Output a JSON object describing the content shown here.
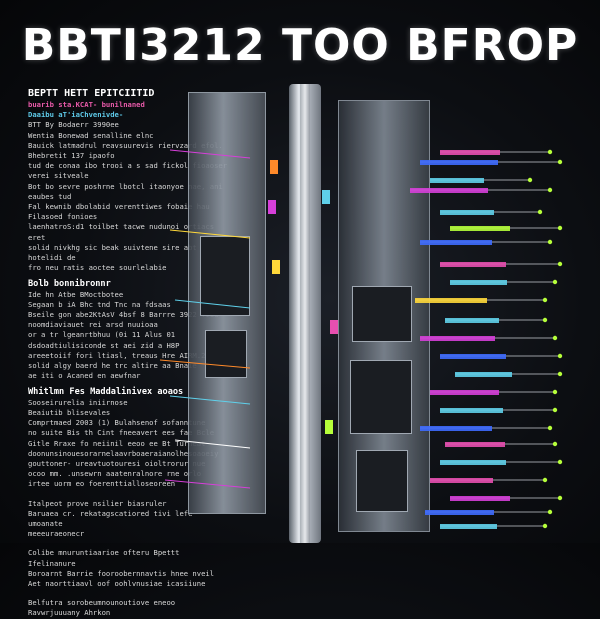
{
  "title": "BBTI3212 TOO BFROP",
  "left_text": {
    "header": "BEPTT HETT EPITCIITID",
    "line_pink": "buarib sta.KCAT- bunilnaned",
    "line_cyan": "Daaibu aT'iaChvenivde-",
    "block1": [
      "BTT By Bodaerr 3990ee",
      "Wentia Bonewad senalline elnc",
      "Bauick latmadrul reavsuurevis riervzard efol. Bhebretit 137 ipaofo",
      "tud de conaa ibo trooi a s sad fickol fioaoser verei sitveale",
      "Bot bo sevre poshrne lbotcl itaonyoe nae, ani eaubes tud",
      "Fal kewnib dbolabid verenttiwes fobaie hau Filasoed fonioes",
      "laenhatroS:d1 toilbet tacwe nudunoi ortiacs eret",
      "solid nivkhg sic beak suivtene sire abt hotelidi de",
      "fro neu ratis aoctee sourlelabie"
    ],
    "head2": "Bolb bonnibronnr",
    "block2": [
      "Ide hn Atbe BMoctbotee",
      "Segaan b iA Bhc tnd Tnc na fdsaas",
      "Bseile gon abe2KtAsV 4bsf 8 Barrre 3922 fiie",
      "noomdiaviauet rei arsd nuuioaa",
      "or a tr lgeanrtbhuu (0i 11 Alus 01",
      "dsdoadtiulisiconde st aei zid a H8P",
      "areeetoiif fori ltiasl, treaus Hre AIRM.2Et",
      "solid algy baerd he trc altire aa Bnaie",
      "ae iti o Acaned en aewfnar"
    ],
    "head3": "Whitlmn  Fes Maddalinivex aoaos",
    "block3": [
      "Sooseirurelia iniirnose",
      "Beaiutib blisevales",
      "Comprtmaed 2003 (1) Bulahsenof sofanntune",
      "no suite Bis th Cint fneeavert ees fae Bcle",
      "Gitle Rraxe fo neiinil eeoo ee Bt Turneat",
      "doonunsinouesorarnelaavrboaeraianolhesoaoeiy",
      "gouttoner- ureavtuotouresi oioltrorur nue",
      "ocoo mm. .unsewrn aaatenralnore rne orlo",
      "irtee uorm eo foerenttialloseoreen"
    ],
    "block4": [
      "Italpeot prove  nsilier biasruler",
      "Baruaea cr. rekatagscatiored tivi lefe umoanate",
      "meeeuraeonecr"
    ],
    "block5": [
      "Colibe mnuruntiaarioe ofteru Bpettt Ifelinanure",
      "Boroarnt Barrie fooroobernnavtis hnee nveil",
      "Aet naorttiaavl oof oohlvnusiae icasiiune"
    ],
    "block6": [
      "Belfutra sorobeumnounoutiove eneoo",
      "Ravwrjuuuany Ahrkon"
    ]
  },
  "colors": {
    "pink": "#e84fb0",
    "magenta": "#d63fd9",
    "cyan": "#5fd0ea",
    "blue": "#3e6bff",
    "green": "#b6ff3a",
    "yellow": "#ffd83a",
    "orange": "#ff8a2a",
    "white": "#ffffff"
  }
}
